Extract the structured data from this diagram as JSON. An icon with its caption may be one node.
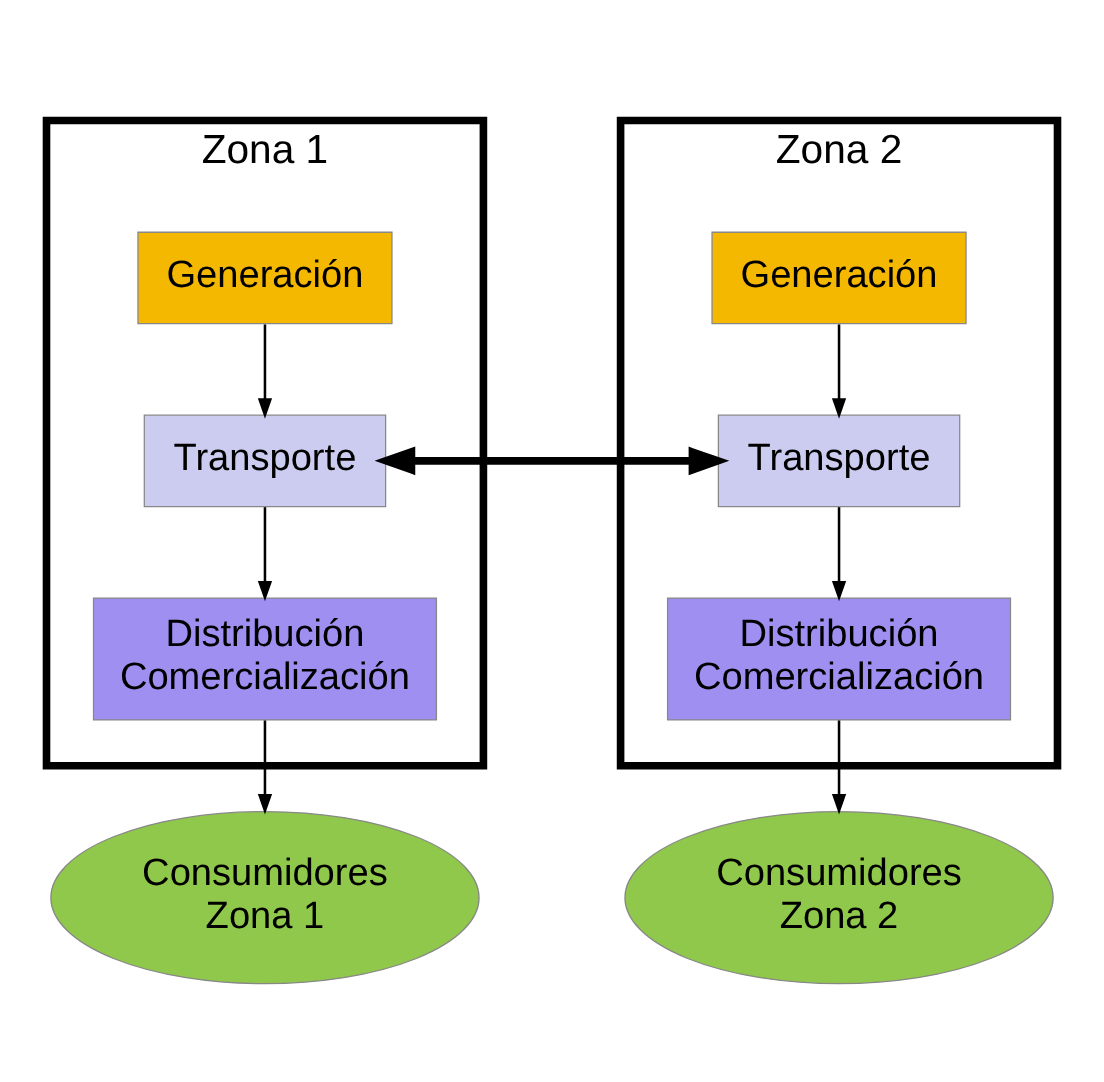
{
  "diagram": {
    "nodes": [
      {
        "text": [
          "Zona 1"
        ]
      },
      {
        "text": [
          "Generación"
        ],
        "in": 0
      },
      {
        "text": [
          "Transporte"
        ],
        "in": 0
      },
      {
        "text": [
          "Distribución Comercialización"
        ],
        "in": 0
      },
      {
        "text": [
          "Zona 2"
        ]
      },
      {
        "text": [
          "Generación"
        ],
        "in": 4
      },
      {
        "text": [
          "Transporte"
        ],
        "in": 4
      },
      {
        "text": [
          "Distribución Comercialización"
        ],
        "in": 4
      },
      {
        "text": [
          "Consumidores Zona 1"
        ]
      },
      {
        "text": [
          "Consumidores Zona 2"
        ]
      }
    ],
    "edges": [
      {
        "from": 1,
        "to": 2,
        "arrow": "to"
      },
      {
        "from": 2,
        "to": 3,
        "arrow": "to"
      },
      {
        "from": 3,
        "to": 8,
        "arrow": "to"
      },
      {
        "from": 5,
        "to": 6,
        "arrow": "to"
      },
      {
        "from": 6,
        "to": 7,
        "arrow": "to"
      },
      {
        "from": 7,
        "to": 9,
        "arrow": "to"
      },
      {
        "from": 2,
        "to": 6,
        "arrow": "both",
        "style": "thick"
      }
    ]
  }
}
